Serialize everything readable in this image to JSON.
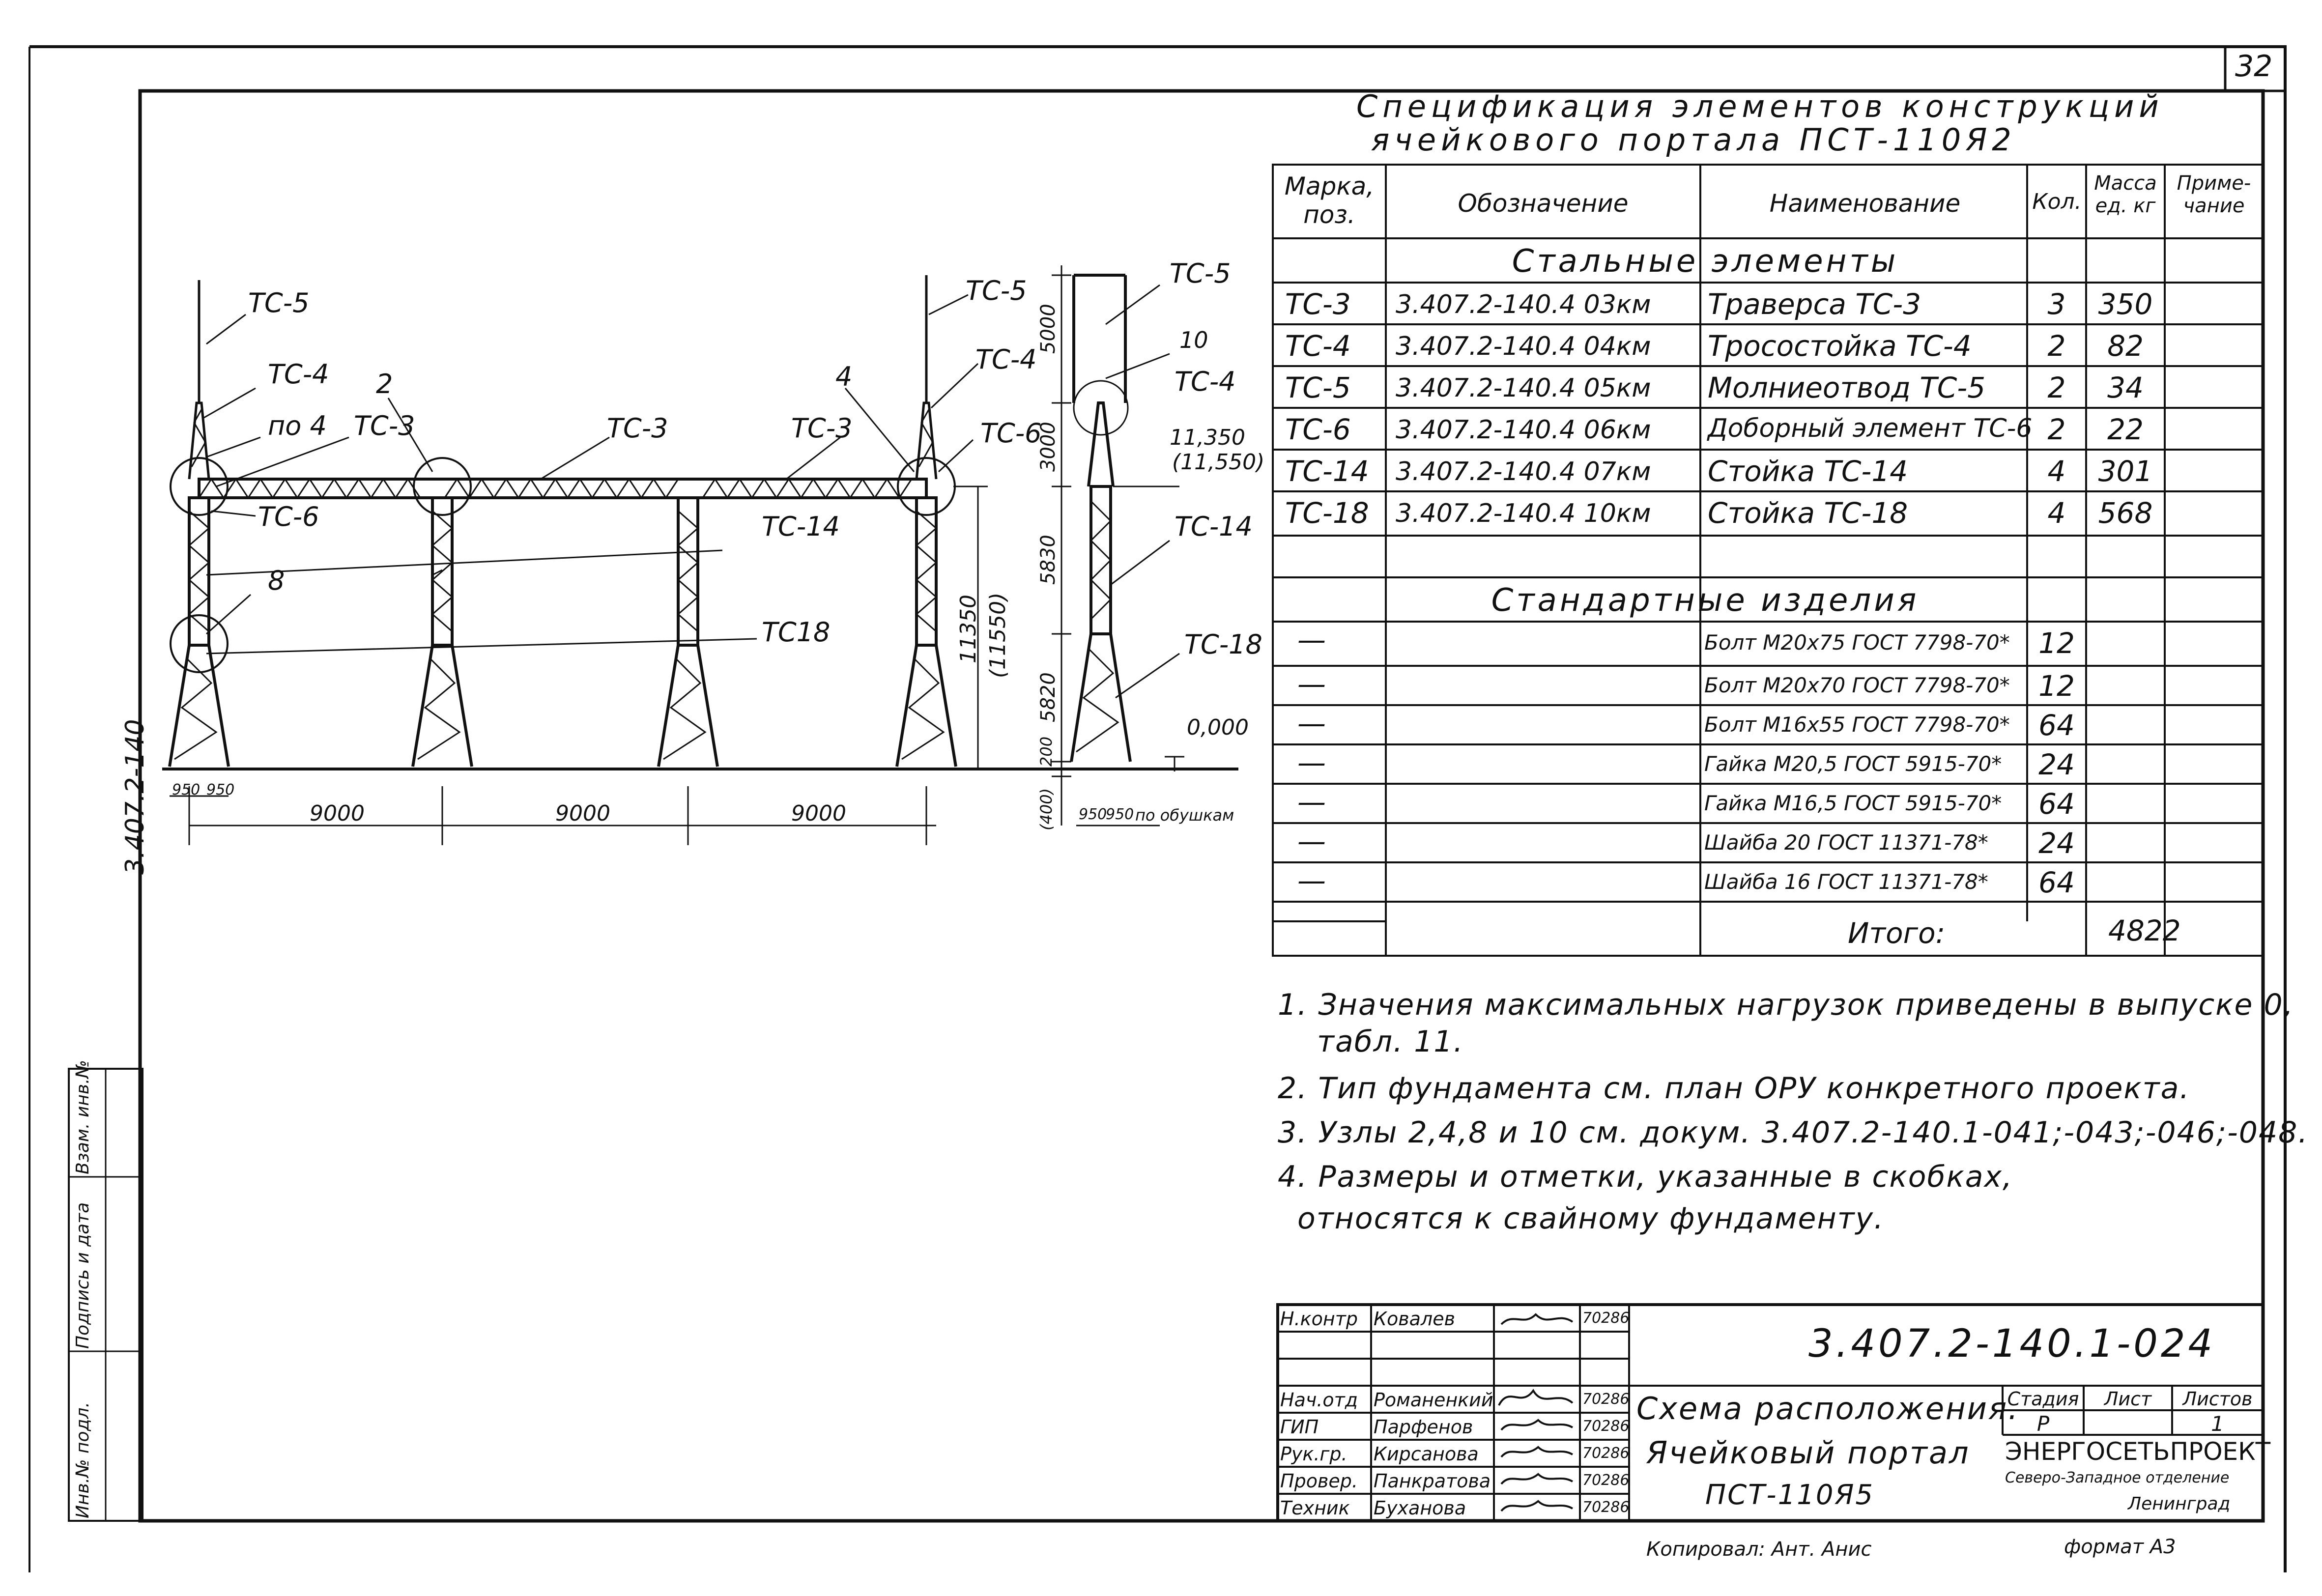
{
  "page_number": "32",
  "spec_title": [
    "Спецификация элементов конструкций",
    "ячейкового портала ПСТ-110Я2"
  ],
  "table": {
    "headers": [
      "Марка, поз.",
      "Обозначение",
      "Наименование",
      "Кол.",
      "Масса ед. кг",
      "Приме- чание"
    ],
    "section_steel": "Стальные элементы",
    "steel_rows": [
      {
        "mark": "ТС-3",
        "doc": "3.407.2-140.4 03км",
        "name": "Траверса ТС-3",
        "qty": "3",
        "mass": "350"
      },
      {
        "mark": "ТС-4",
        "doc": "3.407.2-140.4 04км",
        "name": "Тросостойка ТС-4",
        "qty": "2",
        "mass": "82"
      },
      {
        "mark": "ТС-5",
        "doc": "3.407.2-140.4 05км",
        "name": "Молниеотвод ТС-5",
        "qty": "2",
        "mass": "34"
      },
      {
        "mark": "ТС-6",
        "doc": "3.407.2-140.4 06км",
        "name": "Доборный элемент ТС-6",
        "qty": "2",
        "mass": "22"
      },
      {
        "mark": "ТС-14",
        "doc": "3.407.2-140.4 07км",
        "name": "Стойка ТС-14",
        "qty": "4",
        "mass": "301"
      },
      {
        "mark": "ТС-18",
        "doc": "3.407.2-140.4 10км",
        "name": "Стойка ТС-18",
        "qty": "4",
        "mass": "568"
      }
    ],
    "section_std": "Стандартные изделия",
    "std_rows": [
      {
        "mark": "—",
        "name": "Болт М20х75 ГОСТ 7798-70*",
        "qty": "12"
      },
      {
        "mark": "—",
        "name": "Болт М20х70 ГОСТ 7798-70*",
        "qty": "12"
      },
      {
        "mark": "—",
        "name": "Болт М16х55 ГОСТ 7798-70*",
        "qty": "64"
      },
      {
        "mark": "—",
        "name": "Гайка М20,5 ГОСТ 5915-70*",
        "qty": "24"
      },
      {
        "mark": "—",
        "name": "Гайка М16,5 ГОСТ 5915-70*",
        "qty": "64"
      },
      {
        "mark": "—",
        "name": "Шайба 20 ГОСТ 11371-78*",
        "qty": "24"
      },
      {
        "mark": "—",
        "name": "Шайба 16 ГОСТ 11371-78*",
        "qty": "64"
      }
    ],
    "total_label": "Итого:",
    "total_value": "4822"
  },
  "notes": [
    "1. Значения максимальных нагрузок приведены в выпуске 0,",
    "табл. 11.",
    "2. Тип фундамента см. план ОРУ конкретного проекта.",
    "3. Узлы 2,4,8 и 10 см. докум. 3.407.2-140.1-041;-043;-046;-048.",
    "4. Размеры и отметки, указанные в скобках,",
    "относятся к свайному фундаменту."
  ],
  "drawing": {
    "left_labels": [
      "ТС-5",
      "ТС-4",
      "по 4",
      "ТС-3",
      "2",
      "ТС-6",
      "8",
      "ТС-3",
      "ТС-3",
      "4",
      "ТС-5",
      "ТС-4",
      "ТС-6",
      "ТС-14",
      "ТС18"
    ],
    "spans": [
      "9000",
      "9000",
      "9000"
    ],
    "small_dims": [
      "950",
      "950"
    ],
    "height_dim": "11350",
    "height_dim_alt": "(11550)",
    "side_labels": [
      "ТС-5",
      "10",
      "ТС-4",
      "ТС-14",
      "ТС-18"
    ],
    "side_elev": [
      "11,350",
      "(11,550)",
      "0,000"
    ],
    "side_dims": [
      "5000",
      "3000",
      "5830",
      "5820",
      "200",
      "(400)"
    ],
    "side_bottom": [
      "950",
      "950",
      "по обушкам"
    ],
    "vertical_code": "3.407.2-140"
  },
  "stamp": {
    "code": "3.407.2-140.1-024",
    "rows": [
      {
        "role": "Н.контр",
        "name": "Ковалев",
        "date": "70286"
      },
      {
        "role": "Нач.отд",
        "name": "Романенкий",
        "date": "70286"
      },
      {
        "role": "ГИП",
        "name": "Парфенов",
        "date": "70286"
      },
      {
        "role": "Рук.гр.",
        "name": "Кирсанова",
        "date": "70286"
      },
      {
        "role": "Провер.",
        "name": "Панкратова",
        "date": "70286"
      },
      {
        "role": "Техник",
        "name": "Буханова",
        "date": "70286"
      }
    ],
    "title_lines": [
      "Схема расположения.",
      "Ячейковый портал",
      "ПСТ-110Я5"
    ],
    "stage_headers": [
      "Стадия",
      "Лист",
      "Листов"
    ],
    "stage_values": [
      "Р",
      "",
      "1"
    ],
    "org_lines": [
      "ЭНЕРГОСЕТЬПРОЕКТ",
      "Северо-Западное отделение",
      "Ленинград"
    ]
  },
  "side_strip": [
    "Инв.№ подл.",
    "Подпись и дата",
    "Взам. инв.№"
  ],
  "footer_copied": "Копировал: Ант. Анис",
  "footer_format": "формат А3"
}
